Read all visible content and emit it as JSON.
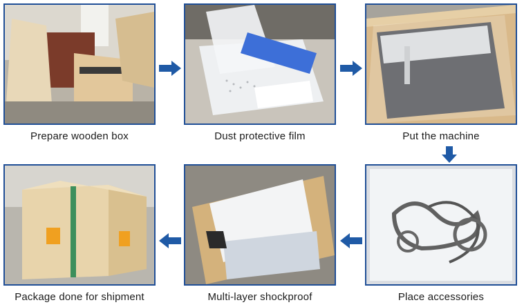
{
  "steps": [
    {
      "id": "prepare-wooden-box",
      "caption": "Prepare wooden box",
      "photo_icon": "wooden-box-photo"
    },
    {
      "id": "dust-protective-film",
      "caption": "Dust protective film",
      "photo_icon": "film-wrapped-parts-photo"
    },
    {
      "id": "put-the-machine",
      "caption": "Put the machine",
      "photo_icon": "machine-in-crate-photo"
    },
    {
      "id": "place-accessories",
      "caption": "Place accessories",
      "photo_icon": "accessory-bag-photo"
    },
    {
      "id": "multi-layer-shockproof",
      "caption": "Multi-layer shockproof",
      "photo_icon": "foam-padded-crate-photo"
    },
    {
      "id": "package-done",
      "caption": "Package done for shipment",
      "photo_icon": "sealed-crate-photo"
    }
  ],
  "colors": {
    "frame": "#1f4e96",
    "arrow": "#1f5aa6",
    "text": "#1a1a1a"
  }
}
